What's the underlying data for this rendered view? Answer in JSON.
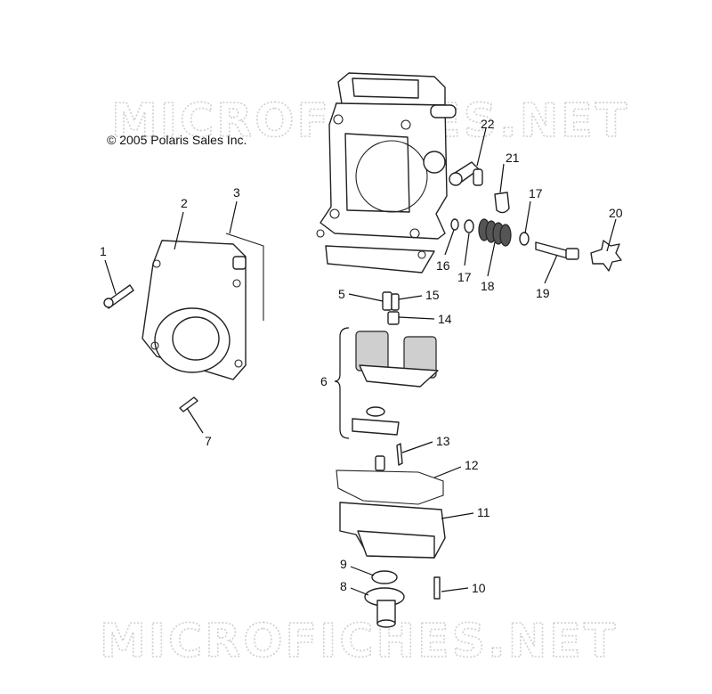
{
  "copyright": "© 2005 Polaris Sales Inc.",
  "watermark": "MICROFICHES.NET",
  "callouts": [
    "1",
    "2",
    "3",
    "5",
    "6",
    "7",
    "8",
    "9",
    "10",
    "11",
    "12",
    "13",
    "14",
    "15",
    "16",
    "17",
    "17",
    "18",
    "19",
    "20",
    "21",
    "22"
  ],
  "colors": {
    "line": "#222222",
    "watermark": "#cfcfcf",
    "background": "#ffffff"
  }
}
